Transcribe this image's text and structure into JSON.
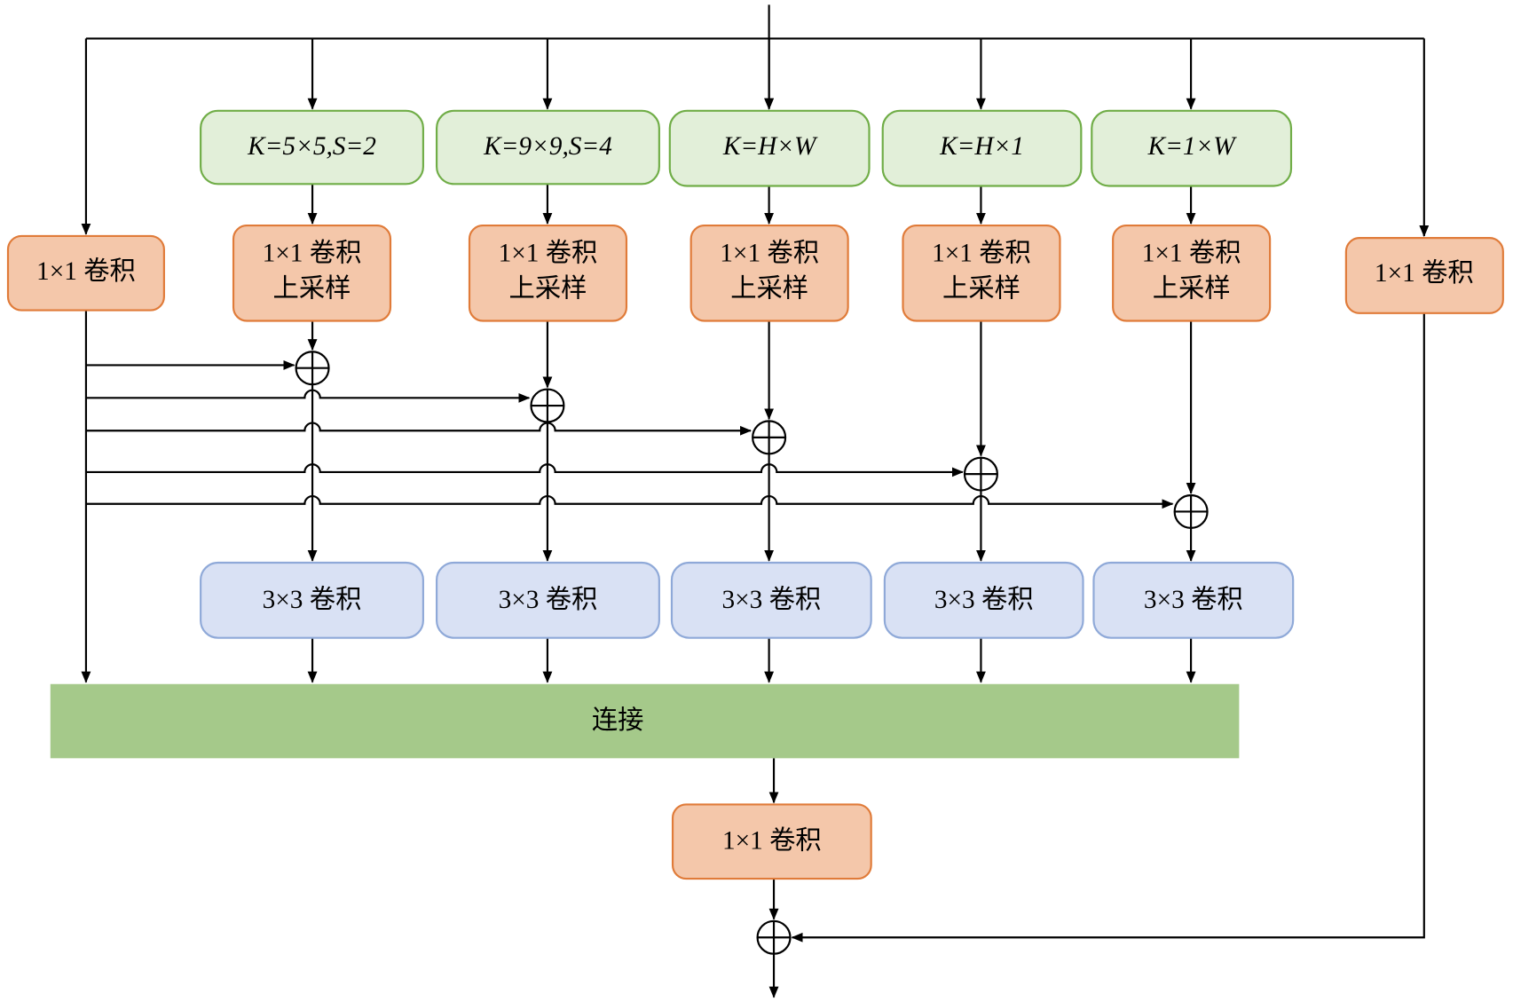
{
  "colors": {
    "green_fill": "#e2efd9",
    "green_stroke": "#70ad47",
    "orange_fill": "#f4c7aa",
    "orange_stroke": "#e07b39",
    "blue_fill": "#d9e1f4",
    "blue_stroke": "#8fa9d8",
    "concat_fill": "#a5c98a"
  },
  "left_conv": "1×1 卷积",
  "right_conv": "1×1 卷积",
  "branches": [
    {
      "kernel": "K=5×5,S=2",
      "up_line1": "1×1 卷积",
      "up_line2": "上采样",
      "conv3": "3×3 卷积"
    },
    {
      "kernel": "K=9×9,S=4",
      "up_line1": "1×1 卷积",
      "up_line2": "上采样",
      "conv3": "3×3 卷积"
    },
    {
      "kernel": "K=H×W",
      "up_line1": "1×1 卷积",
      "up_line2": "上采样",
      "conv3": "3×3 卷积"
    },
    {
      "kernel": "K=H×1",
      "up_line1": "1×1 卷积",
      "up_line2": "上采样",
      "conv3": "3×3 卷积"
    },
    {
      "kernel": "K=1×W",
      "up_line1": "1×1 卷积",
      "up_line2": "上采样",
      "conv3": "3×3 卷积"
    }
  ],
  "concat": "连接",
  "output_conv": "1×1 卷积"
}
